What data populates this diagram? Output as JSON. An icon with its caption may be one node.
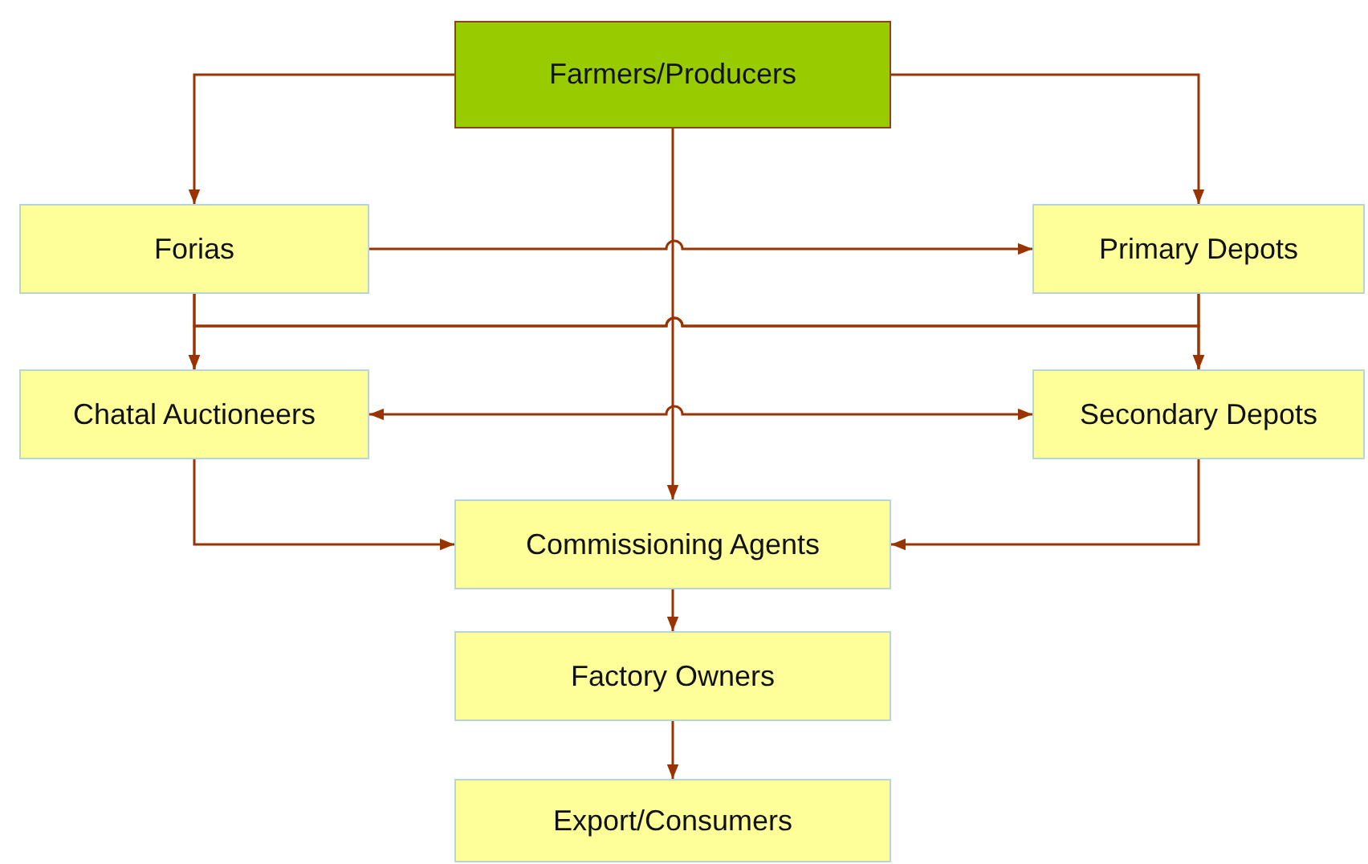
{
  "diagram": {
    "nodes": [
      {
        "text": [
          "Farmers/Producers"
        ]
      },
      {
        "text": [
          "Forias"
        ]
      },
      {
        "text": [
          "Primary Depots"
        ]
      },
      {
        "text": [
          "Chatal Auctioneers"
        ]
      },
      {
        "text": [
          "Secondary Depots"
        ]
      },
      {
        "text": [
          "Commissioning Agents"
        ]
      },
      {
        "text": [
          "Factory Owners"
        ]
      },
      {
        "text": [
          "Export/Consumers"
        ]
      }
    ],
    "edges": [
      {
        "from": 0,
        "to": 1,
        "arrow": "to"
      },
      {
        "from": 0,
        "to": 2,
        "arrow": "to"
      },
      {
        "from": 0,
        "to": 5,
        "arrow": "to"
      },
      {
        "from": 1,
        "to": 2,
        "arrow": "to"
      },
      {
        "from": 1,
        "to": 3,
        "arrow": "to"
      },
      {
        "from": 1,
        "to": 4,
        "arrow": "to"
      },
      {
        "from": 2,
        "to": 4,
        "arrow": "to"
      },
      {
        "from": 2,
        "to": 3,
        "arrow": "to"
      },
      {
        "from": 3,
        "to": 4,
        "arrow": "both"
      },
      {
        "from": 3,
        "to": 5,
        "arrow": "to"
      },
      {
        "from": 4,
        "to": 5,
        "arrow": "to"
      },
      {
        "from": 5,
        "to": 6,
        "arrow": "to"
      },
      {
        "from": 6,
        "to": 7,
        "arrow": "to"
      }
    ]
  }
}
